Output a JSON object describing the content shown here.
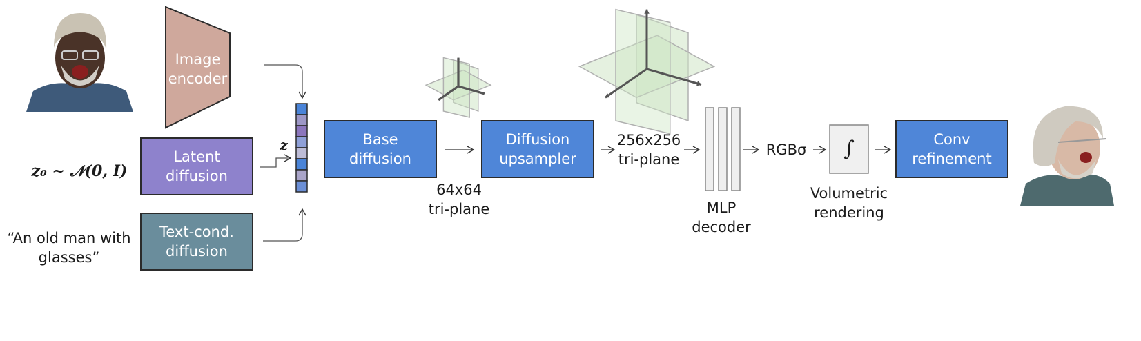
{
  "inputs": {
    "image_encoder_label": "Image\nencoder",
    "latent_diffusion_label": "Latent\ndiffusion",
    "text_cond_label": "Text-cond.\ndiffusion",
    "noise_formula": "z₀ ~ 𝒩(0, I)",
    "text_prompt": "“An old man with\nglasses”",
    "latent_symbol": "z"
  },
  "latent_vector": {
    "cell_colors": [
      "#4a84d8",
      "#9d97c6",
      "#8c76bd",
      "#8fa0d8",
      "#bdbcd6",
      "#4a84d8",
      "#aaa5c9",
      "#6b8fd6"
    ]
  },
  "pipeline": {
    "base_diffusion": "Base\ndiffusion",
    "triplane_64": "64x64\ntri-plane",
    "diffusion_upsampler": "Diffusion\nupsampler",
    "triplane_256": "256x256\ntri-plane",
    "mlp_decoder": "MLP\ndecoder",
    "rgb_sigma": "RGBσ",
    "integral_symbol": "∫",
    "volumetric_rendering": "Volumetric\nrendering",
    "conv_refinement": "Conv\nrefinement"
  },
  "colors": {
    "blue_box": "#4f86d8",
    "purple_box": "#8e82cc",
    "teal_box": "#6a8d9c",
    "encoder": "#cfa89c",
    "triplane_green": "#cfe6c6"
  }
}
